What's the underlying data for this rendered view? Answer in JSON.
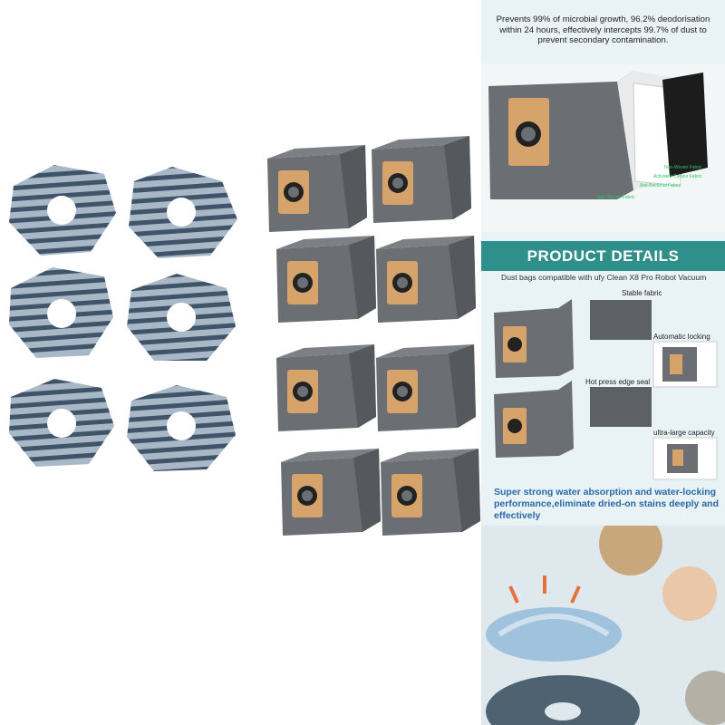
{
  "panel": {
    "top_text": "Prevents 99% of microbial growth, 96.2% deodorisation within 24 hours, effectively intercepts 99.7% of dust to prevent secondary contamination.",
    "filter_labels": [
      "Non-Woven Fabric",
      "Activated Carbon Fabric",
      "Anti-Bacterial Fabric",
      "Non-Woven Fabric"
    ],
    "header": "PRODUCT DETAILS",
    "compat_text": "Dust bags compatible with   ufy Clean X8 Pro Robot Vacuum",
    "features": {
      "stable": "Stable fabric",
      "auto_lock": "Automatic locking",
      "hot_press": "Hot press edge seal",
      "capacity": "ultra-large capacity"
    },
    "water_text": "Super strong water absorption and water-locking performance,eliminate dried-on stains deeply and effectively"
  },
  "colors": {
    "header_bg": "#2f8f8a",
    "bag_gray": "#6b6e72",
    "tag_orange": "#d6a46a",
    "mop_dark": "#3f5468",
    "mop_light": "#a9b8c6"
  }
}
